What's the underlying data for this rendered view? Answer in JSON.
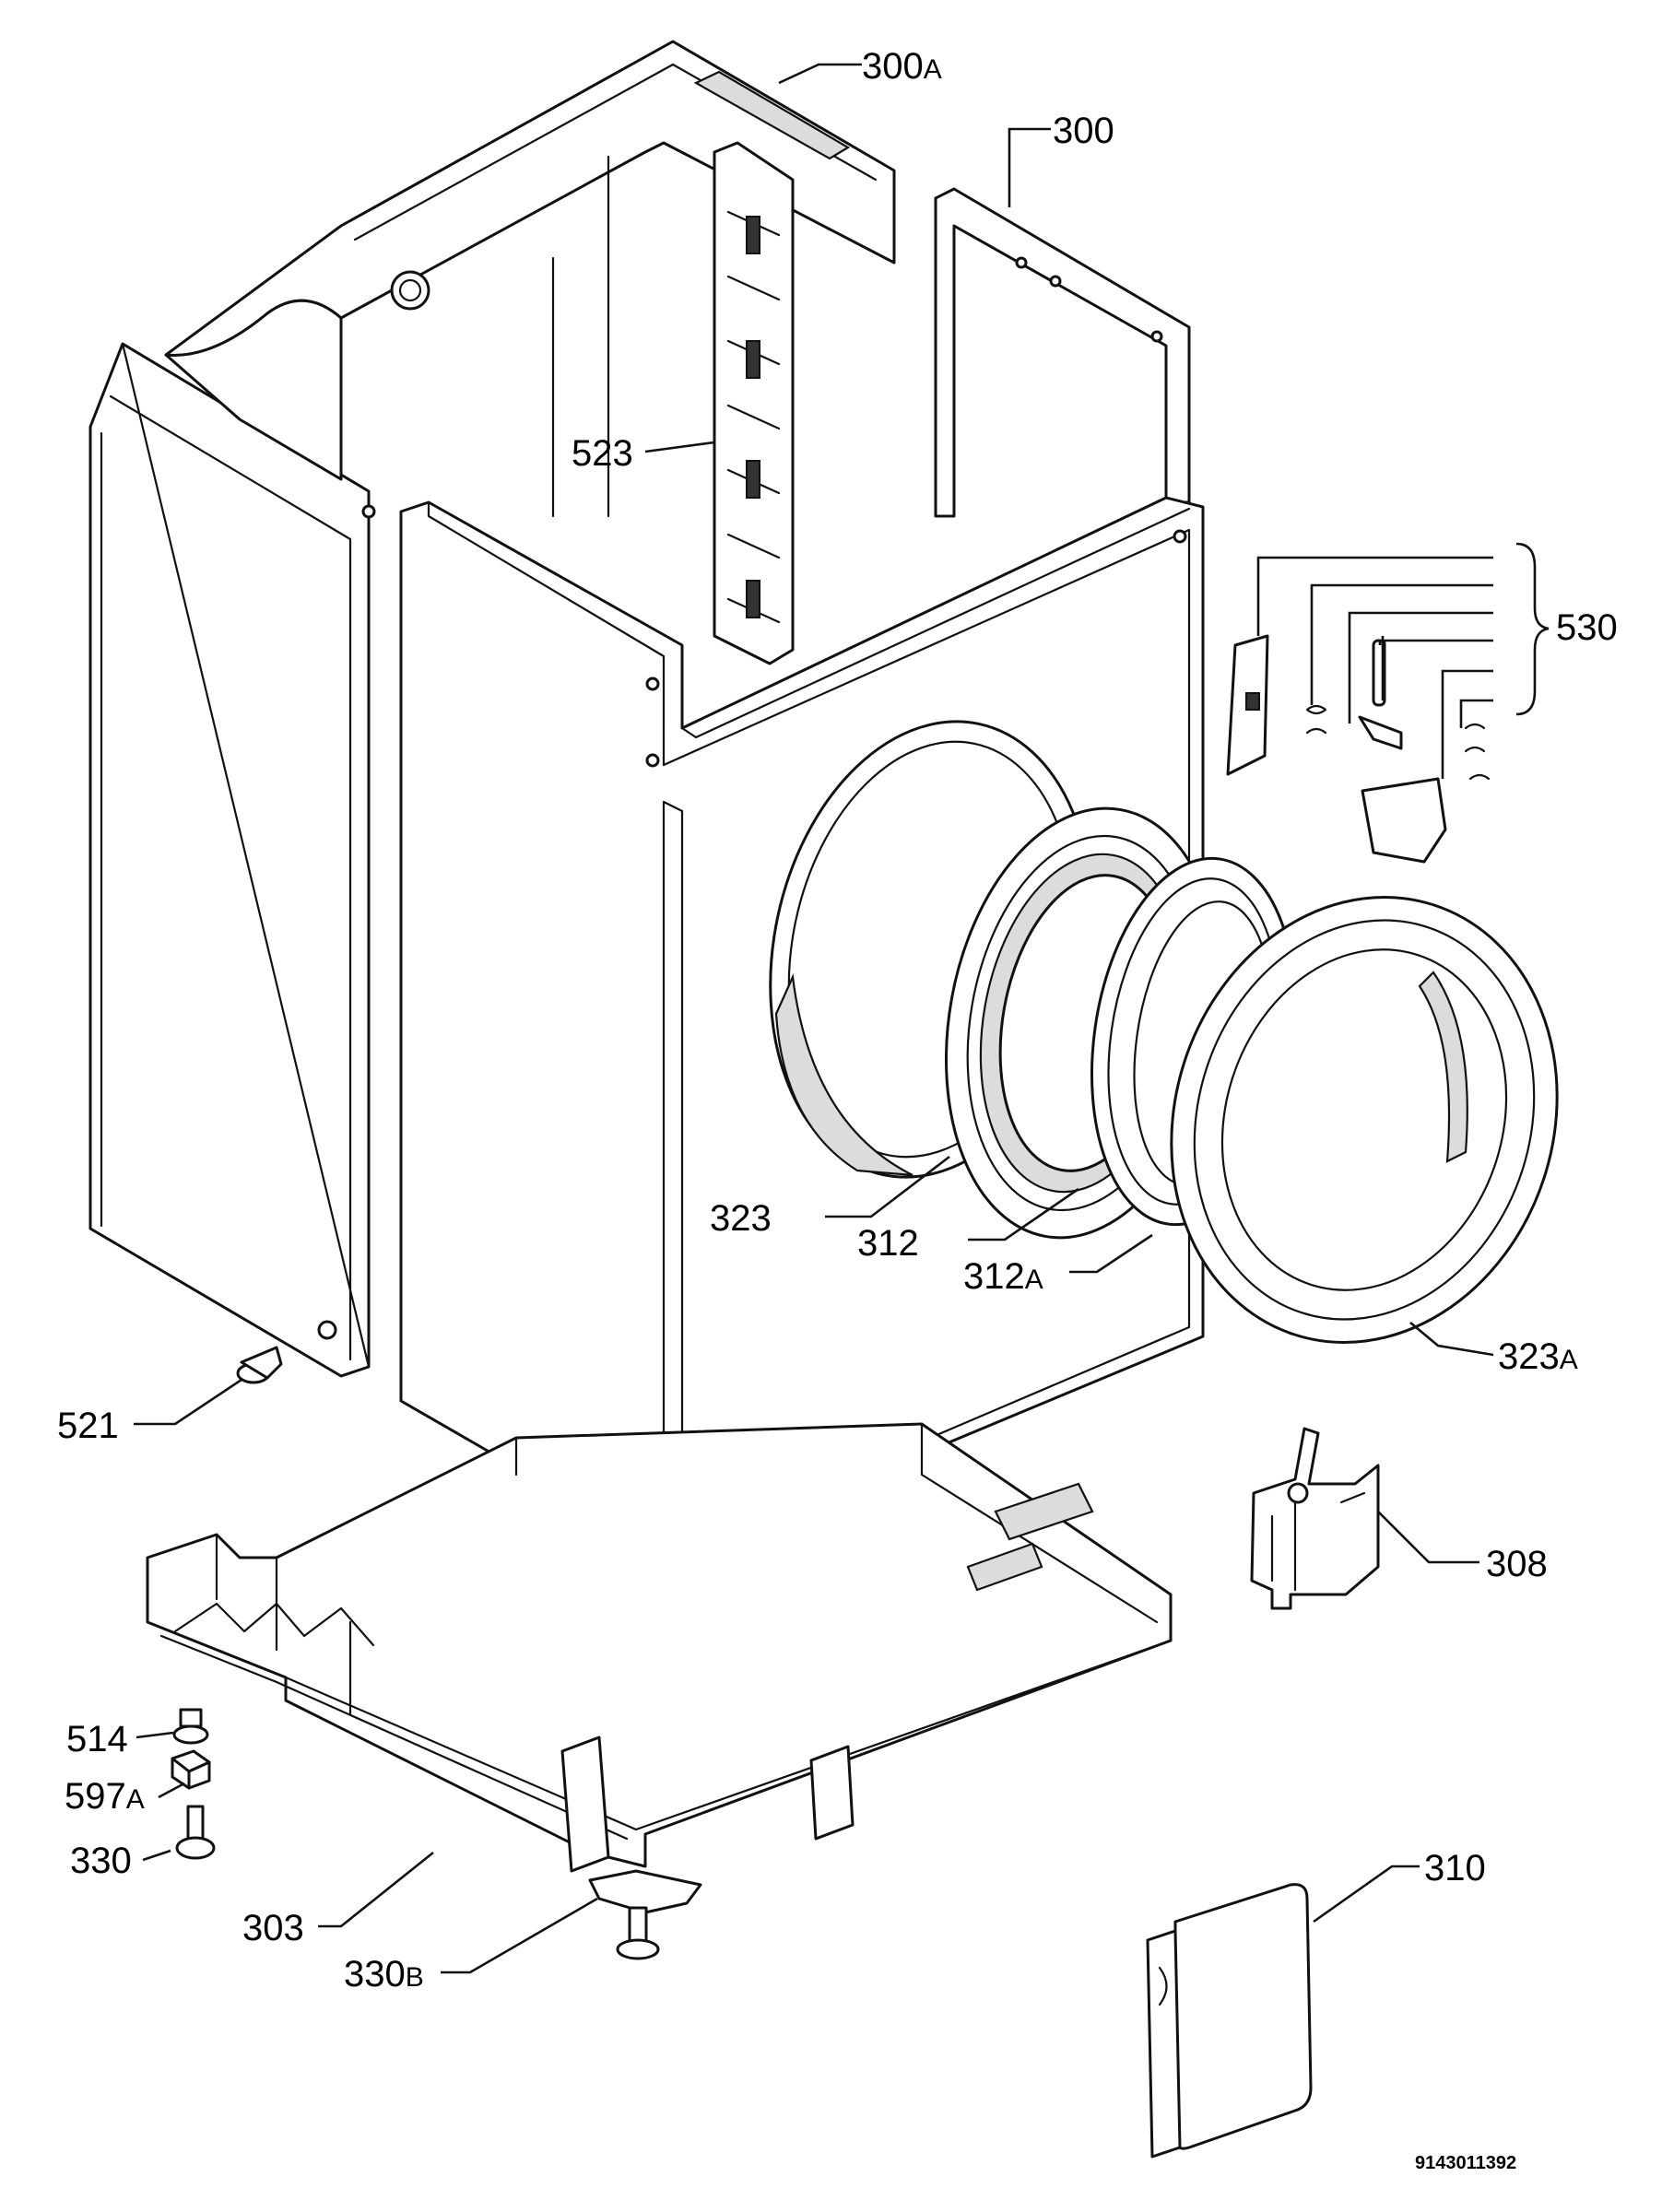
{
  "labels": {
    "l300a": {
      "num": "300",
      "suffix": "A"
    },
    "l300": {
      "num": "300"
    },
    "l523": {
      "num": "523"
    },
    "l530": {
      "num": "530"
    },
    "l323": {
      "num": "323"
    },
    "l312": {
      "num": "312"
    },
    "l312a": {
      "num": "312",
      "suffix": "A"
    },
    "l323a": {
      "num": "323",
      "suffix": "A"
    },
    "l521": {
      "num": "521"
    },
    "l308": {
      "num": "308"
    },
    "l514": {
      "num": "514"
    },
    "l597a": {
      "num": "597",
      "suffix": "A"
    },
    "l330": {
      "num": "330"
    },
    "l303": {
      "num": "303"
    },
    "l330b": {
      "num": "330",
      "suffix": "B"
    },
    "l310": {
      "num": "310"
    }
  },
  "reference_number": "9143011392"
}
